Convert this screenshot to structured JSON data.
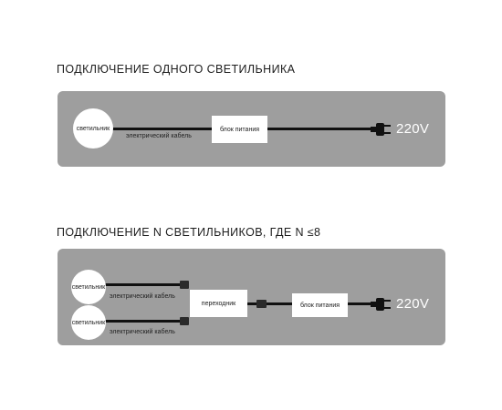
{
  "single": {
    "heading": "ПОДКЛЮЧЕНИЕ ОДНОГО СВЕТИЛЬНИКА",
    "lamp_label": "светильник",
    "cable_label": "электрический кабель",
    "psu_label": "блок питания",
    "voltage": "220V"
  },
  "multi": {
    "heading": "ПОДКЛЮЧЕНИЕ N СВЕТИЛЬНИКОВ, ГДЕ N ≤8",
    "lamps": [
      {
        "label": "светильник",
        "cable_label": "электрический кабель"
      },
      {
        "label": "светильник",
        "cable_label": "электрический кабель"
      }
    ],
    "splitter_label": "переходник",
    "psu_label": "блок питания",
    "voltage": "220V"
  },
  "colors": {
    "panel": "#9e9e9e",
    "wire": "#111111",
    "box": "#ffffff"
  },
  "icons": [
    "plug-icon",
    "connector-icon"
  ]
}
